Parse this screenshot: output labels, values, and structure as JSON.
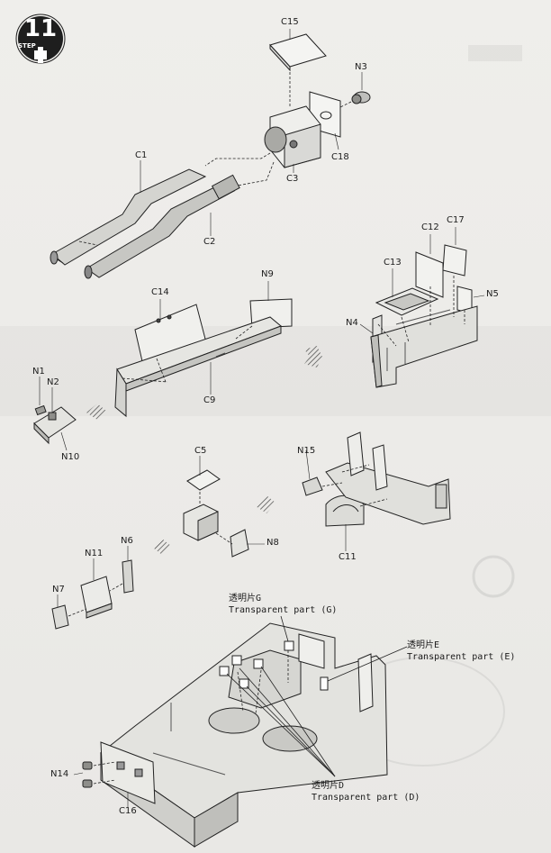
{
  "step": {
    "number": "11",
    "word": "STEP"
  },
  "parts": {
    "C15": "C15",
    "N3": "N3",
    "C1": "C1",
    "C3": "C3",
    "C18": "C18",
    "C2": "C2",
    "C12": "C12",
    "C17": "C17",
    "C13": "C13",
    "N5": "N5",
    "N4": "N4",
    "N9": "N9",
    "C14": "C14",
    "C9": "C9",
    "N1": "N1",
    "N2": "N2",
    "N10": "N10",
    "C5": "C5",
    "N8": "N8",
    "N15": "N15",
    "C11": "C11",
    "N11": "N11",
    "N6": "N6",
    "N7": "N7",
    "N14": "N14",
    "C16": "C16"
  },
  "callouts": {
    "g": {
      "cn": "透明片G",
      "en": "Transparent part (G)"
    },
    "e": {
      "cn": "透明片E",
      "en": "Transparent part (E)"
    },
    "d": {
      "cn": "透明片D",
      "en": "Transparent part (D)"
    }
  }
}
